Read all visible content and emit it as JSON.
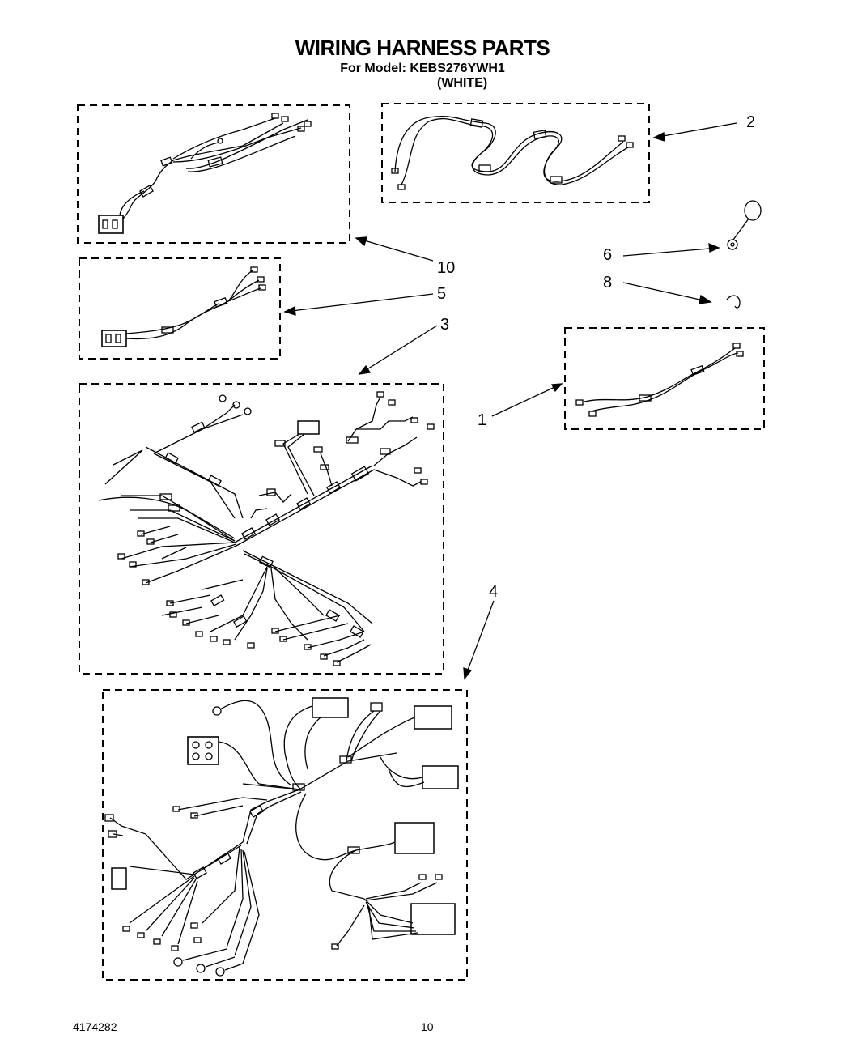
{
  "header": {
    "title": "WIRING HARNESS PARTS",
    "model_line": "For Model: KEBS276YWH1",
    "color_line": "(WHITE)"
  },
  "callouts": [
    "2",
    "10",
    "6",
    "8",
    "5",
    "3",
    "1",
    "4"
  ],
  "footer": {
    "doc_number": "4174282",
    "page_number": "10"
  }
}
